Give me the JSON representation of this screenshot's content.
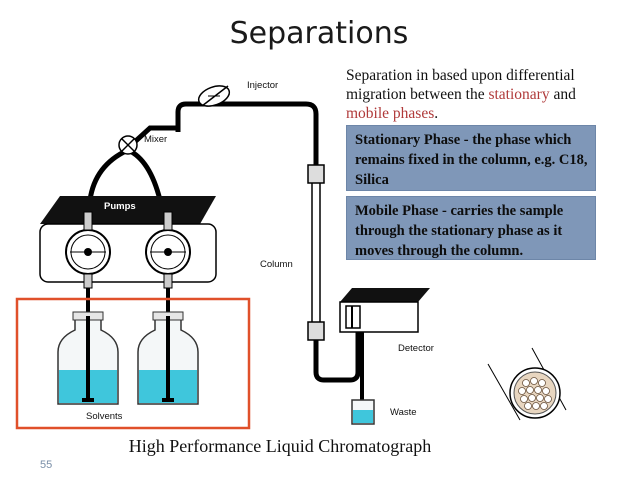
{
  "slide": {
    "title": "Separations",
    "intro": {
      "part1": "Separation in based upon differential migration between the ",
      "stationary": "stationary",
      "part2": " and ",
      "mobile": "mobile phases",
      "part3": "."
    },
    "box_stationary": "Stationary Phase - the phase which remains fixed in the column, e.g. C18, Silica",
    "box_mobile": "Mobile Phase - carries the sample through the stationary phase as it moves through the column.",
    "labels": {
      "injector": "Injector",
      "mixer": "Mixer",
      "pumps": "Pumps",
      "column": "Column",
      "detector": "Detector",
      "waste": "Waste",
      "solvents": "Solvents"
    },
    "caption": "High Performance Liquid Chromatograph",
    "page_number": "55"
  },
  "colors": {
    "info_box": "#7f97b8",
    "highlight_text": "#b03a3a",
    "solvent_liquid": "#3fc6dc",
    "selection_box": "#e0502a"
  }
}
